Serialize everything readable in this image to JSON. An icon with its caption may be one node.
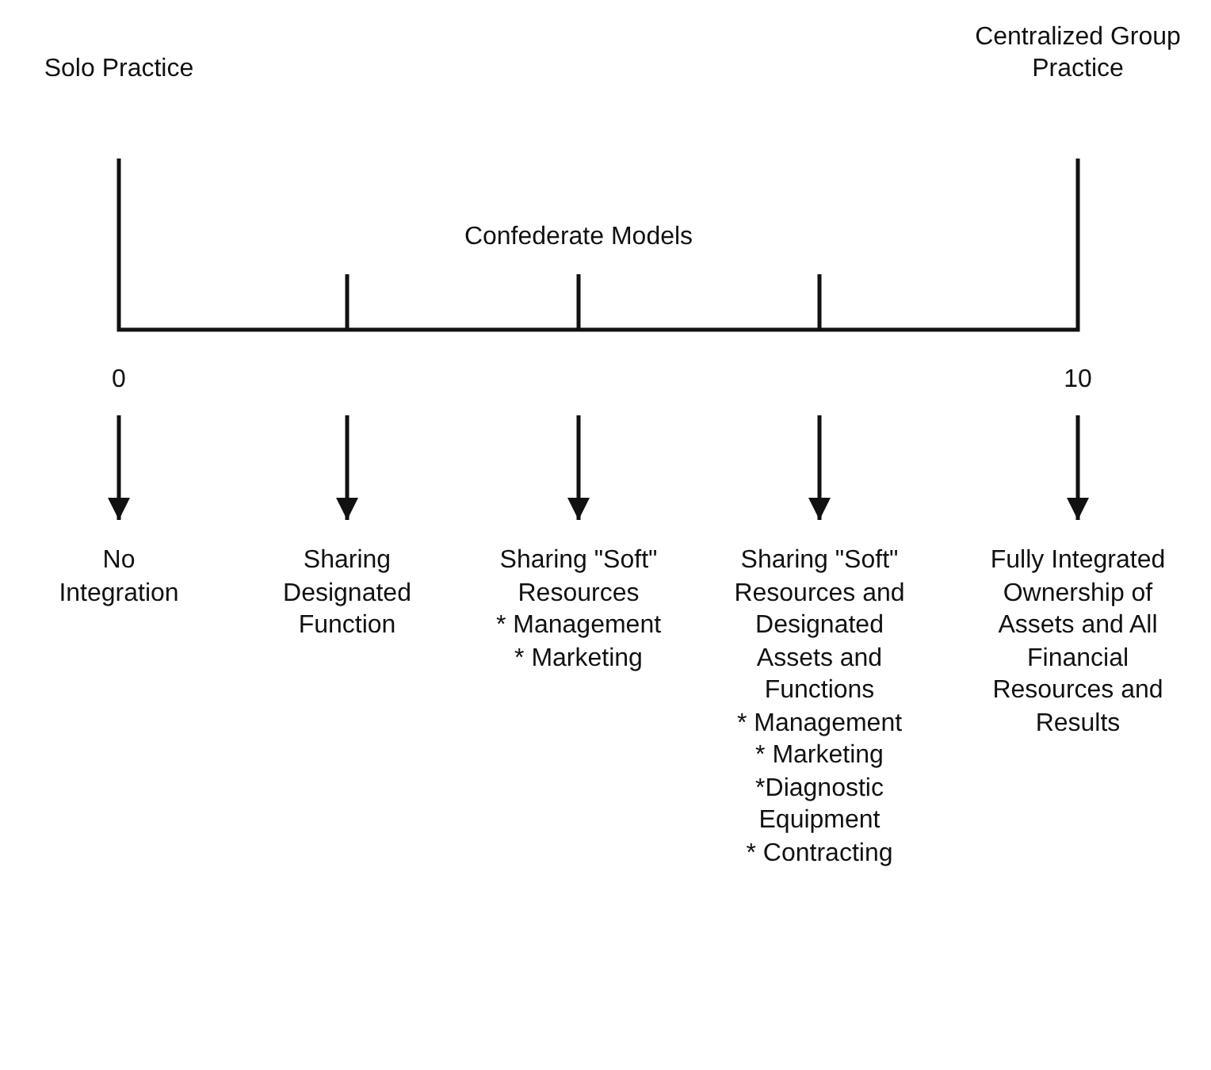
{
  "diagram": {
    "nodes": [
      {
        "text": [
          "No Integration"
        ]
      },
      {
        "text": [
          "Sharing Designated Function"
        ]
      },
      {
        "text": [
          "Sharing \"Soft\" Resources",
          "* Management",
          "* Marketing"
        ]
      },
      {
        "text": [
          "Sharing \"Soft\" Resources and Designated Assets and Functions",
          "* Management",
          "* Marketing",
          "*Diagnostic Equipment",
          "* Contracting"
        ]
      },
      {
        "text": [
          "Fully Integrated Ownership of Assets and All Financial Resources and Results"
        ]
      }
    ],
    "edges": [
      {
        "from": null,
        "to": 0,
        "arrow": "to"
      },
      {
        "from": null,
        "to": 1,
        "arrow": "to"
      },
      {
        "from": null,
        "to": 2,
        "arrow": "to"
      },
      {
        "from": null,
        "to": 3,
        "arrow": "to"
      },
      {
        "from": null,
        "to": 4,
        "arrow": "to"
      }
    ],
    "labels": [
      "Solo Practice",
      "Centralized Group Practice",
      "Confederate Models",
      "0",
      "10"
    ]
  }
}
